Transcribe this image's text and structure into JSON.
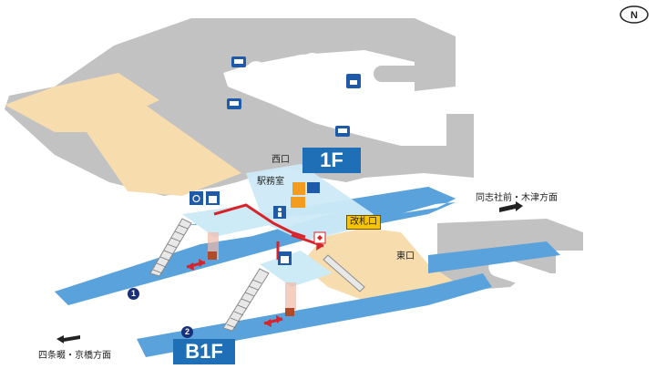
{
  "map": {
    "floors": {
      "upper": "1F",
      "lower": "B1F"
    },
    "entrances": {
      "west": "西口",
      "east": "東口"
    },
    "station_office": "駅務室",
    "ticket_gate": "改札口",
    "directions": {
      "toward_north": "同志社前・木津方面",
      "toward_south": "四条畷・京橋方面"
    },
    "platforms": [
      "1",
      "2"
    ],
    "compass_letter": "N",
    "icons": [
      "bus-stop-icon",
      "taxi-stand-icon",
      "wheelchair-icon",
      "elevator-icon",
      "restroom-icon",
      "ticket-machine-icon",
      "aed-icon"
    ],
    "colors": {
      "street": "#c2c2c2",
      "building": "#f7dcae",
      "concourse": "#cdeaf7",
      "platform": "#5aa2dc",
      "route": "#d8232a",
      "badge": "#1e6fb6",
      "gate": "#f6c400"
    }
  }
}
